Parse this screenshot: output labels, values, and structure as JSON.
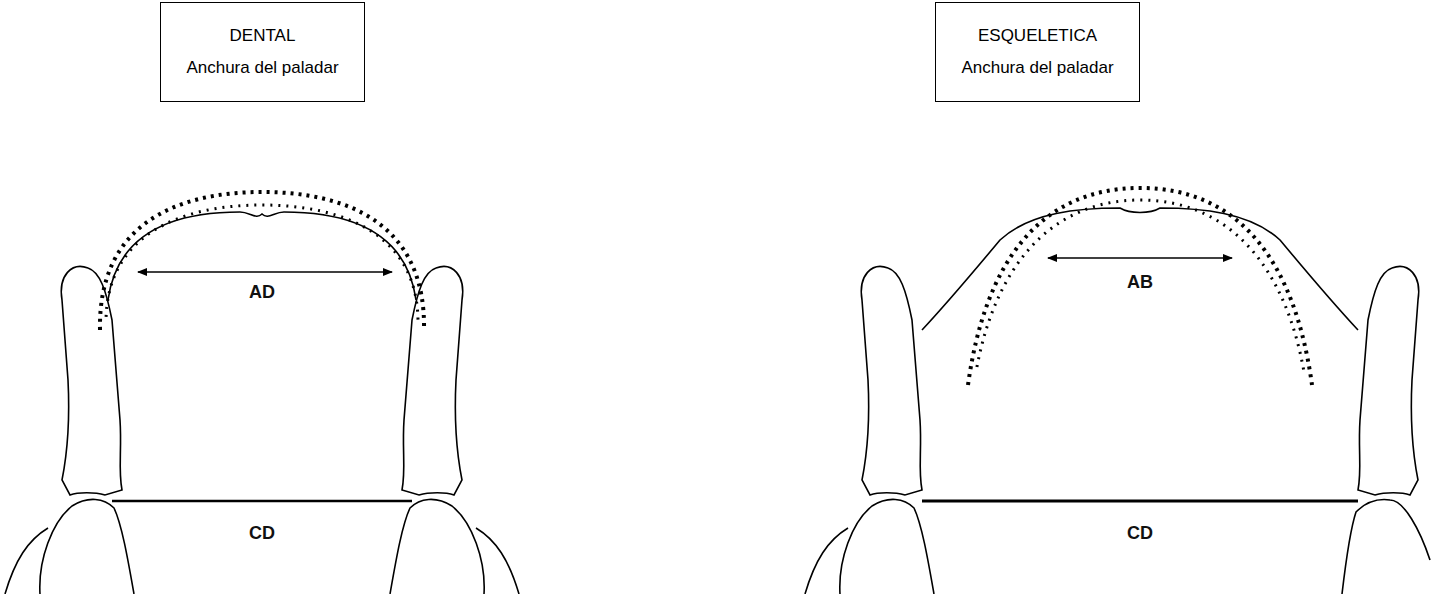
{
  "diagram": {
    "nodes": [
      {
        "text": [
          "DENTAL",
          "Anchura del paladar"
        ]
      },
      {
        "text": [
          "ESQUELETICA",
          "Anchura del paladar"
        ]
      }
    ],
    "labels": [
      "AD",
      "CD",
      "AB",
      "CD"
    ]
  }
}
